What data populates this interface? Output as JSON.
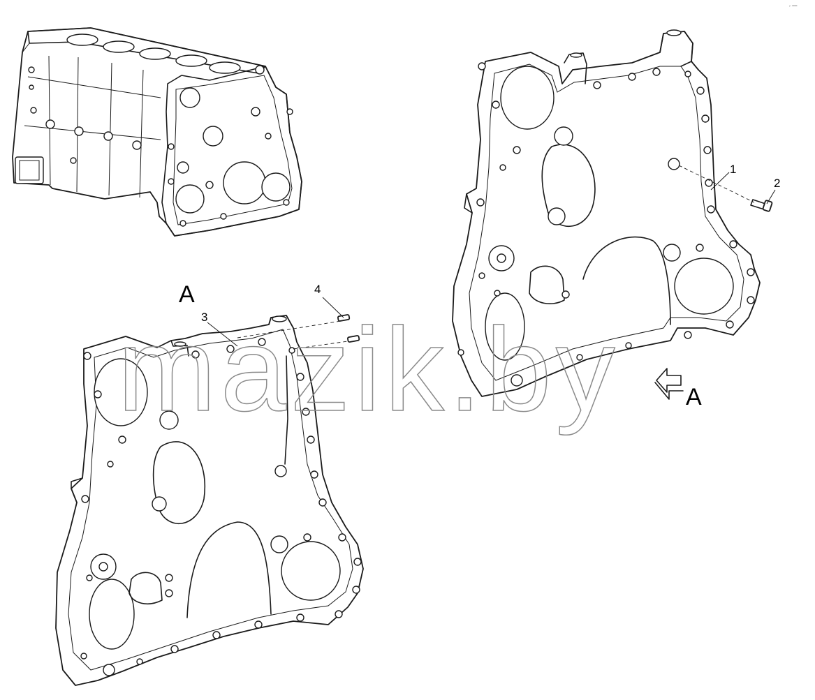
{
  "callouts": {
    "c1": "1",
    "c2": "2",
    "c3": "3",
    "c4": "4"
  },
  "view_labels": {
    "view_top": "A",
    "view_arrow": "A"
  },
  "watermark": "mazik.by",
  "corner_mark": "⌐ ══"
}
